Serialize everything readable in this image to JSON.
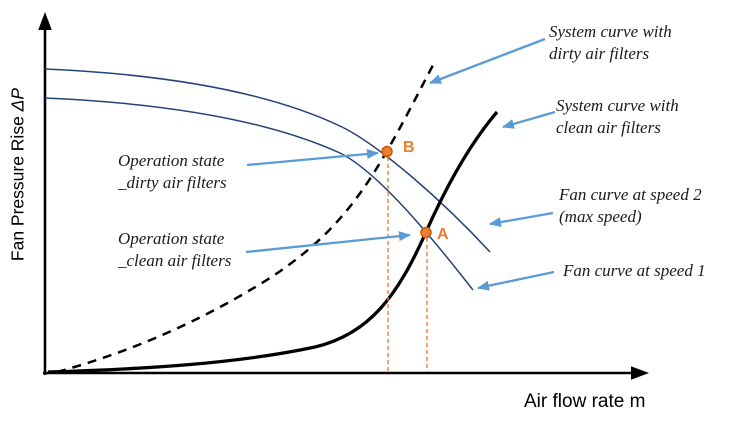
{
  "colors": {
    "accent_orange": "#ED7D31",
    "accent_orange_dark": "#C55A11",
    "arrow_blue": "#5B9BD5",
    "fan_curve_blue": "#24427A",
    "curve_black": "#000000"
  },
  "axes": {
    "y_label": "Fan Pressure Rise",
    "y_label_symbol": "ΔP",
    "x_label": "Air flow rate m"
  },
  "callouts": {
    "system_dirty": {
      "line1": "System curve with",
      "line2": "dirty air filters"
    },
    "system_clean": {
      "line1": "System curve with",
      "line2": "clean air filters"
    },
    "fan_speed2": {
      "line1": "Fan curve at speed 2",
      "line2": "(max speed)"
    },
    "fan_speed1": {
      "line1": "Fan curve at speed 1"
    },
    "op_dirty": {
      "line1": "Operation state",
      "line2": "_dirty air filters"
    },
    "op_clean": {
      "line1": "Operation state",
      "line2": "_clean air filters"
    }
  },
  "points": {
    "b": "B",
    "a": "A"
  },
  "chart_data": {
    "type": "line",
    "title": "",
    "xlabel": "Air flow rate m",
    "ylabel": "Fan Pressure Rise ΔP",
    "axes_numeric": false,
    "grid": false,
    "xlim": [
      0,
      100
    ],
    "ylim": [
      0,
      100
    ],
    "legend_position": "callout-arrows",
    "series": [
      {
        "name": "Fan curve at speed 2 (max speed)",
        "style": "thin-solid",
        "color": "#24427A",
        "x": [
          0,
          19,
          37,
          49,
          57,
          66,
          74
        ],
        "y": [
          84,
          83,
          78,
          68,
          62,
          49,
          34
        ]
      },
      {
        "name": "Fan curve at speed 1",
        "style": "thin-solid",
        "color": "#24427A",
        "x": [
          0,
          19,
          37,
          49,
          57,
          63,
          71
        ],
        "y": [
          76,
          75,
          70,
          61,
          53,
          39,
          23
        ]
      },
      {
        "name": "System curve with dirty air filters",
        "style": "dashed",
        "color": "#000000",
        "x": [
          2,
          12,
          31,
          48,
          57,
          64
        ],
        "y": [
          0,
          6,
          19,
          38,
          62,
          85
        ]
      },
      {
        "name": "System curve with clean air filters",
        "style": "thick-solid",
        "color": "#000000",
        "x": [
          0.5,
          17,
          34,
          45,
          56,
          63,
          75
        ],
        "y": [
          0,
          1,
          3,
          7,
          20,
          39,
          72
        ]
      }
    ],
    "annotations": [
      {
        "label": "B",
        "x": 57,
        "y": 62,
        "meaning": "Operation state _dirty air filters",
        "color": "#ED7D31",
        "drop_line": true
      },
      {
        "label": "A",
        "x": 63,
        "y": 39,
        "meaning": "Operation state _clean air filters",
        "color": "#ED7D31",
        "drop_line": true
      }
    ]
  }
}
